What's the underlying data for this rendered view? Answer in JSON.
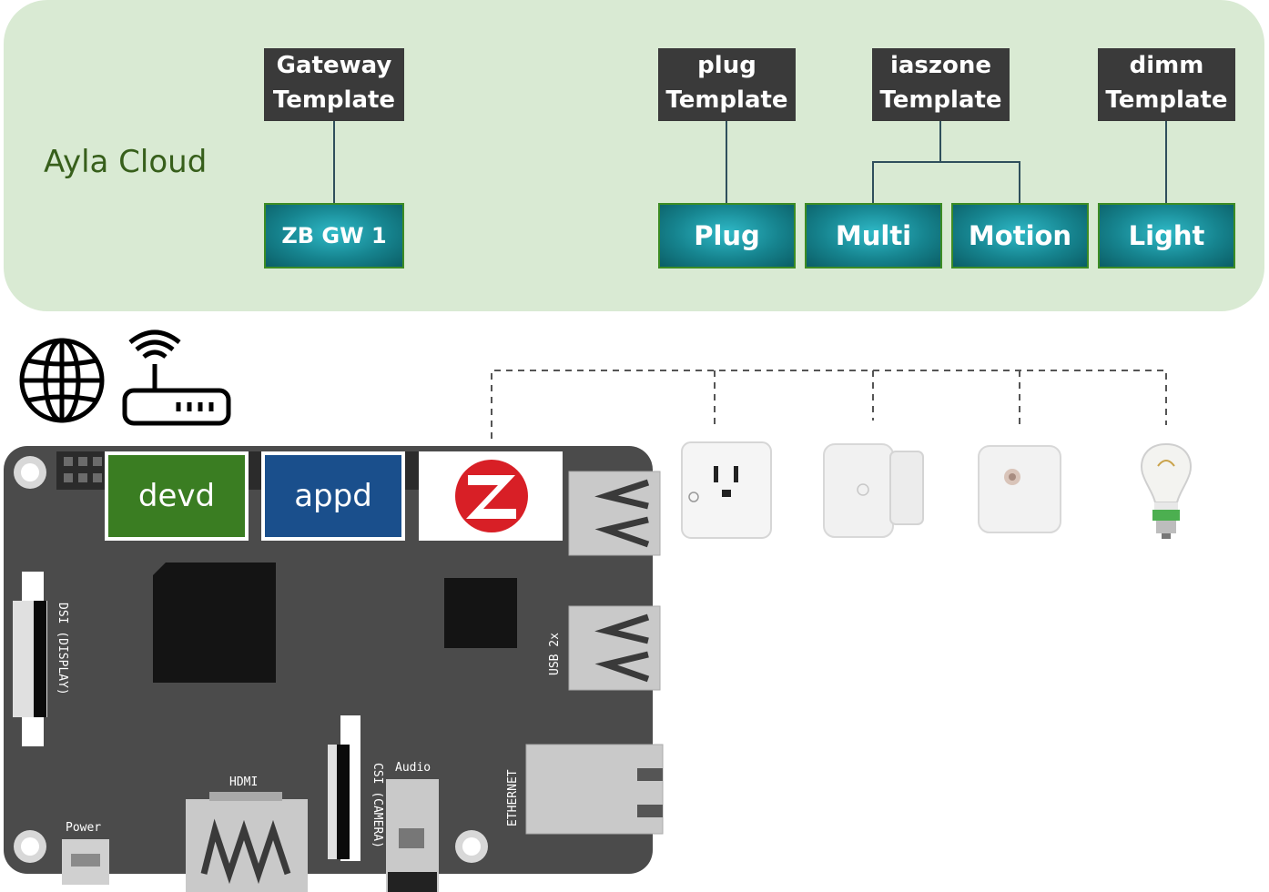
{
  "cloud": {
    "label": "Ayla Cloud",
    "templates": [
      {
        "line1": "Gateway",
        "line2": "Template"
      },
      {
        "line1": "plug",
        "line2": "Template"
      },
      {
        "line1": "iaszone",
        "line2": "Template"
      },
      {
        "line1": "dimm",
        "line2": "Template"
      }
    ],
    "devices": [
      "ZB GW 1",
      "Plug",
      "Multi",
      "Motion",
      "Light"
    ]
  },
  "gateway": {
    "software": [
      "devd",
      "appd"
    ],
    "silkscreen": {
      "display": "DSI (DISPLAY)",
      "usb": "USB 2x",
      "hdmi": "HDMI",
      "power": "Power",
      "camera": "CSI (CAMERA)",
      "audio": "Audio",
      "ethernet": "ETHERNET"
    }
  },
  "icons": [
    "globe-icon",
    "router-icon",
    "zigbee-logo",
    "smart-plug-icon",
    "door-sensor-icon",
    "motion-sensor-icon",
    "light-bulb-icon"
  ],
  "colors": {
    "cloud_bg": "#d9ead3",
    "template_bg": "#3a3a3a",
    "device_teal": "#16848f",
    "devd_green": "#3a7d22",
    "appd_blue": "#1a4f8c",
    "board": "#4b4b4b"
  }
}
